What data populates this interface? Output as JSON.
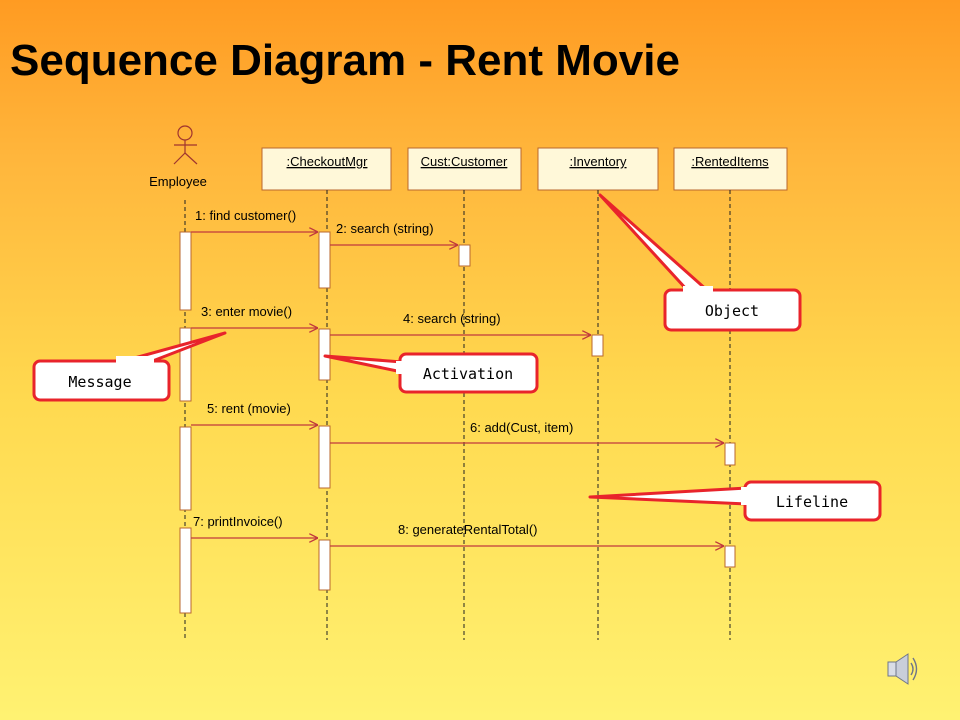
{
  "title": "Sequence Diagram - Rent Movie",
  "actor": {
    "label": "Employee"
  },
  "objects": [
    ":CheckoutMgr",
    "Cust:Customer",
    ":Inventory",
    ":RentedItems"
  ],
  "messages": [
    "1: find customer()",
    "2: search (string)",
    "3: enter movie()",
    "4: search (string)",
    "5: rent (movie)",
    "6: add(Cust, item)",
    "7: printInvoice()",
    "8: generateRentalTotal()"
  ],
  "callouts": {
    "object": "Object",
    "message": "Message",
    "activation": "Activation",
    "lifeline": "Lifeline"
  },
  "icons": {
    "speaker": "speaker-icon",
    "actor": "stick-figure-icon"
  },
  "colors": {
    "callout_border": "#e8242b",
    "object_box": "#fff8d9",
    "activation": "#ffffff"
  }
}
